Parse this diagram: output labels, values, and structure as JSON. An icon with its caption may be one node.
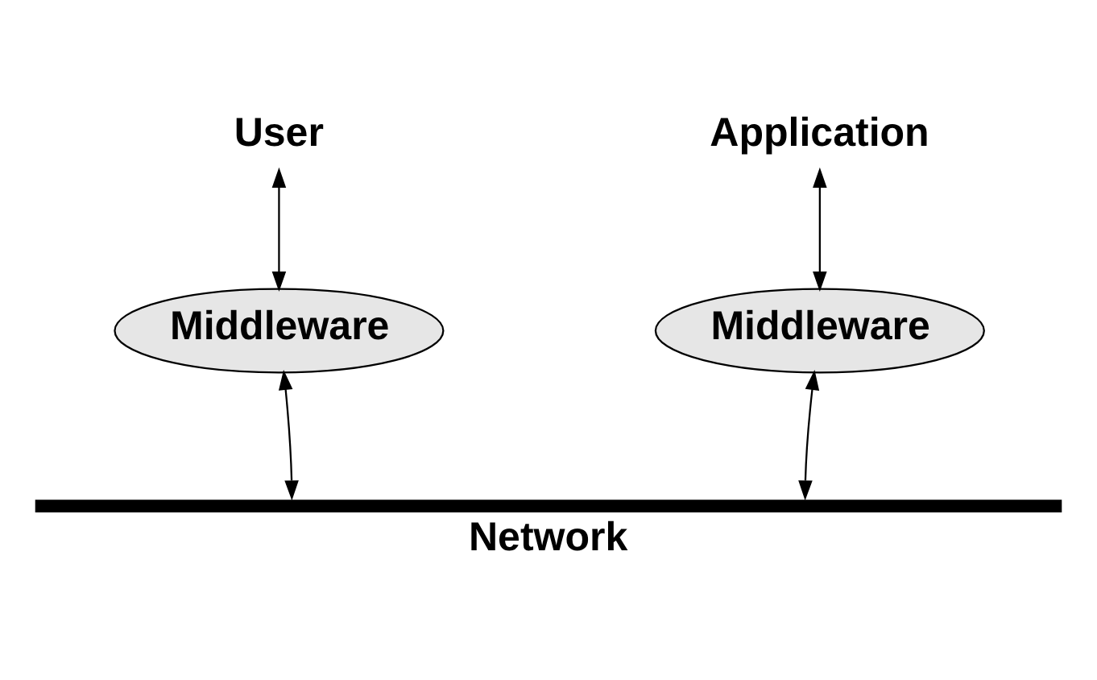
{
  "diagram": {
    "nodes": [
      {
        "text": [
          "User"
        ]
      },
      {
        "text": [
          "Application"
        ]
      },
      {
        "text": [
          "Middleware"
        ]
      },
      {
        "text": [
          "Middleware"
        ]
      },
      {
        "text": [
          "Network"
        ]
      }
    ],
    "edges": [
      {
        "from": 0,
        "to": 2,
        "arrow": "both"
      },
      {
        "from": 1,
        "to": 3,
        "arrow": "both"
      },
      {
        "from": 2,
        "to": 4,
        "arrow": "both"
      },
      {
        "from": 3,
        "to": 4,
        "arrow": "both"
      }
    ]
  }
}
